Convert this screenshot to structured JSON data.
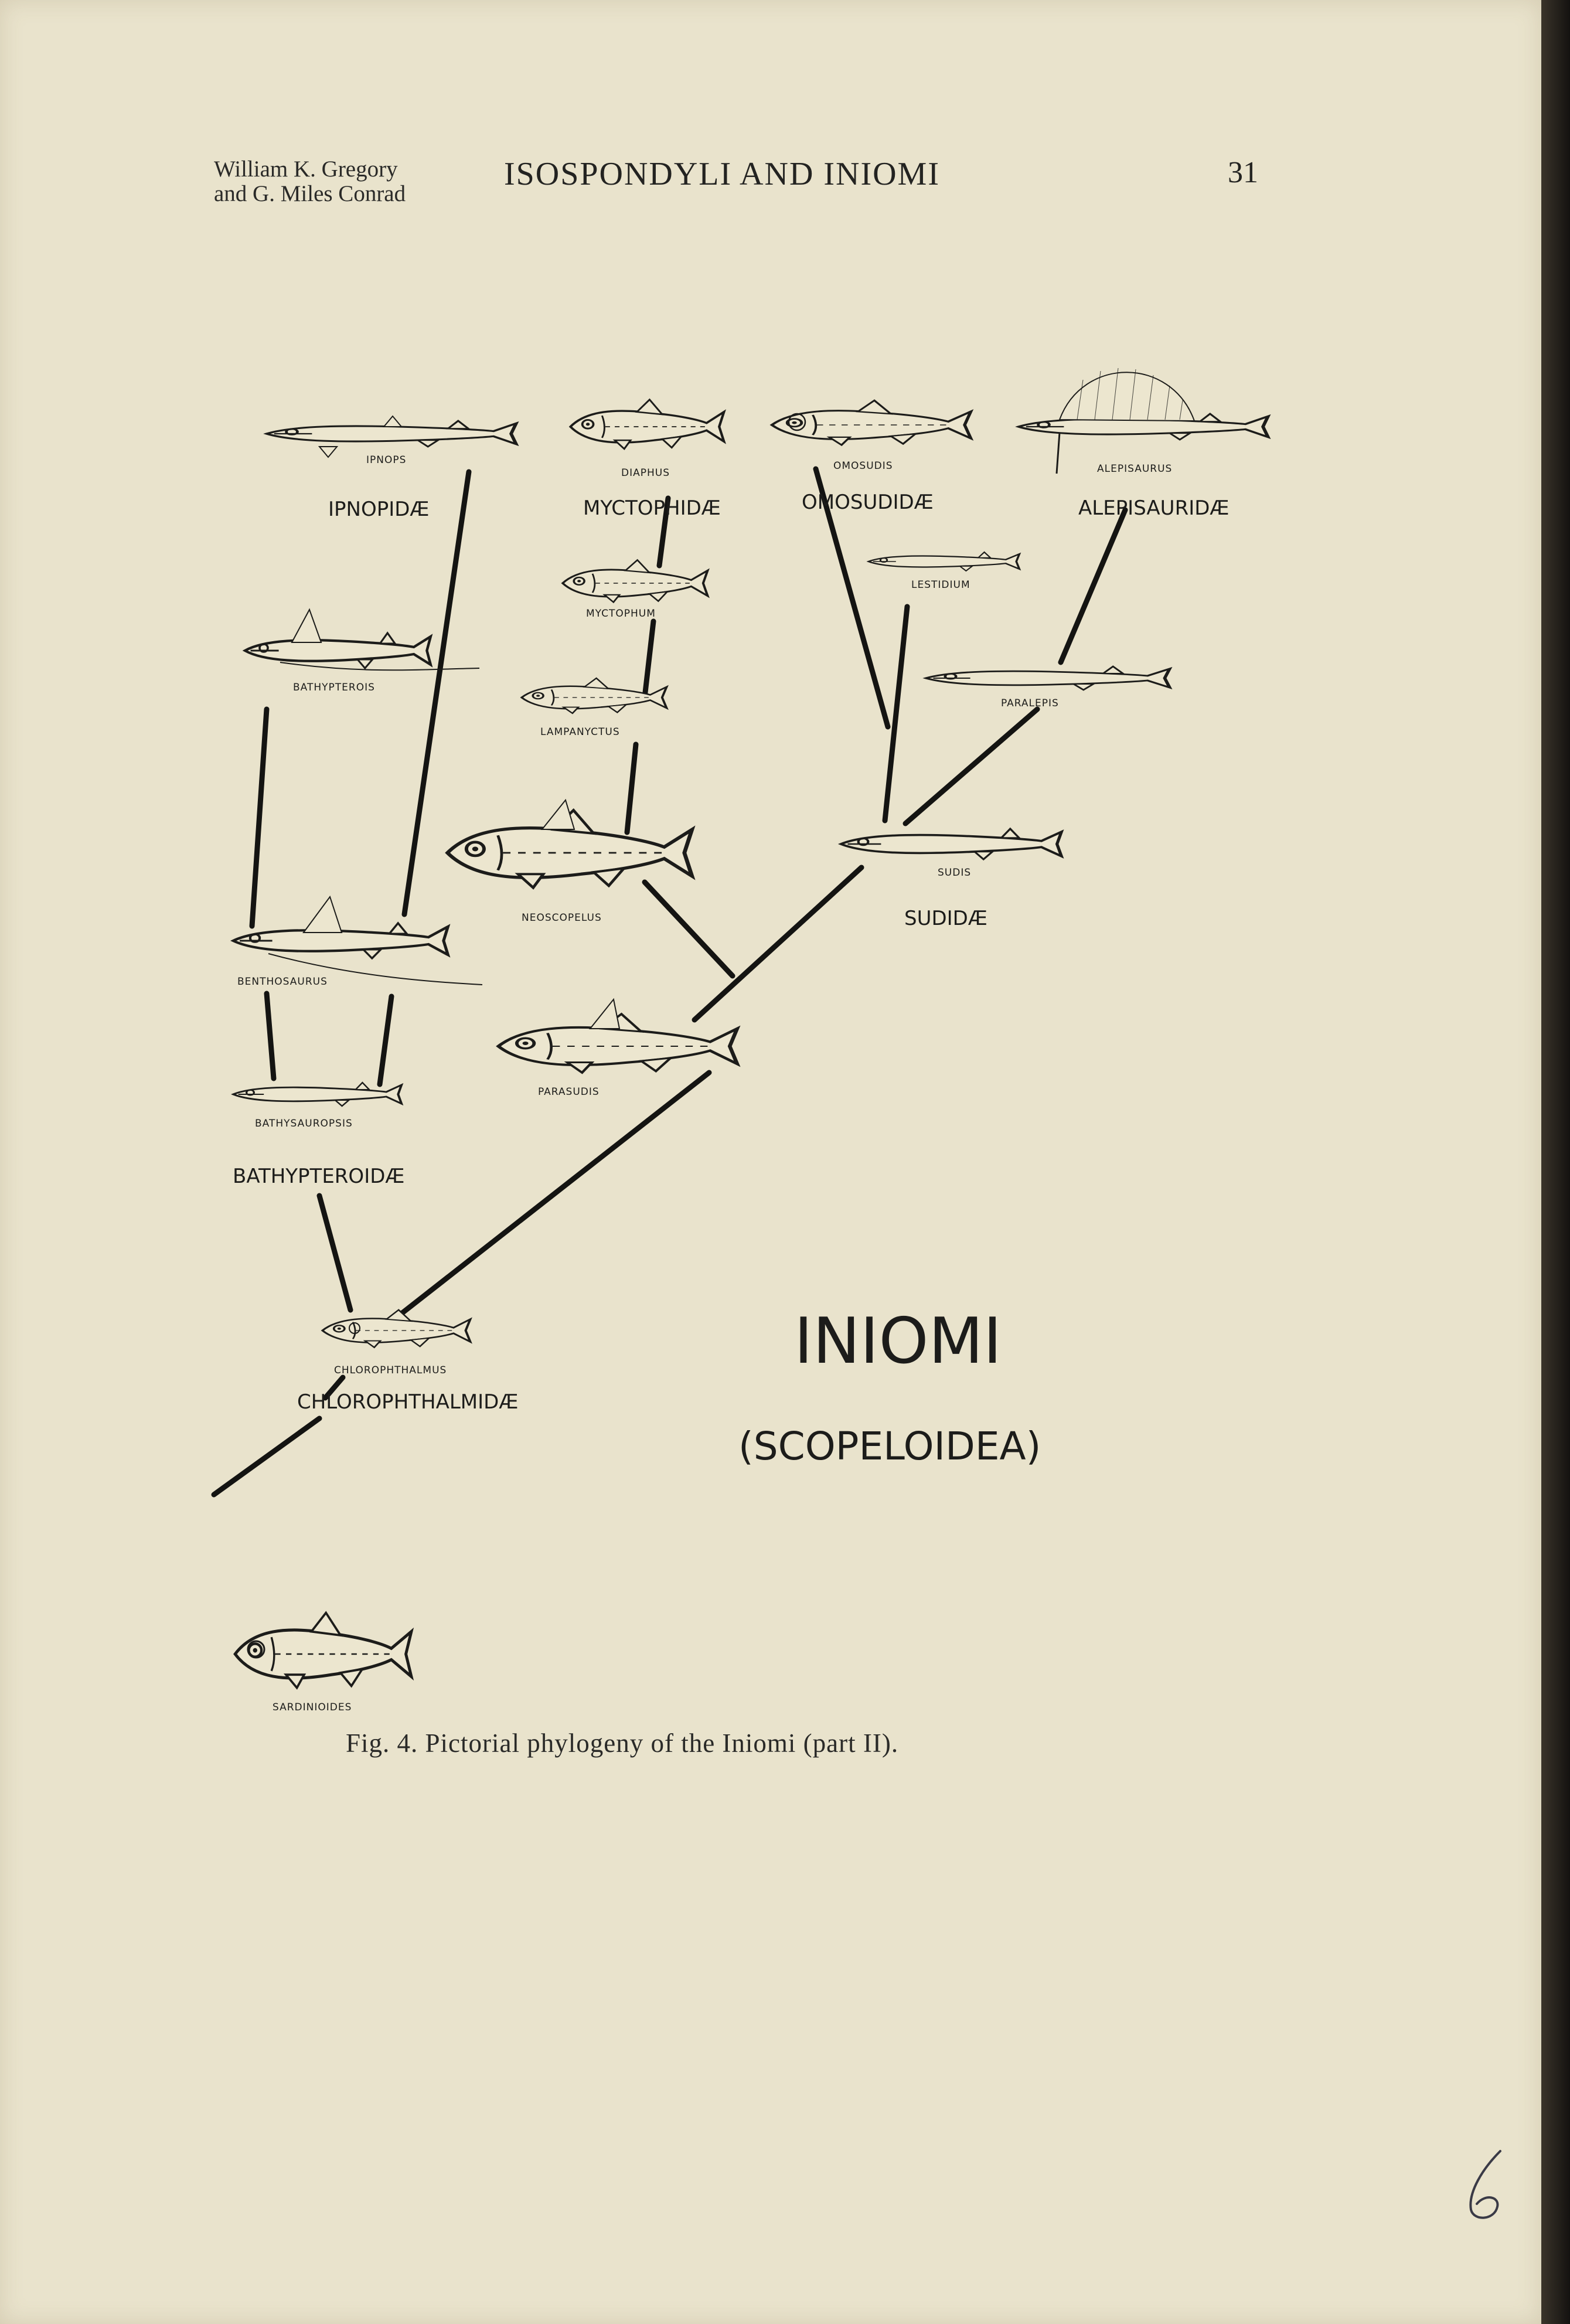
{
  "header": {
    "authors_line1": "William K. Gregory",
    "authors_line2": "and G. Miles Conrad",
    "title": "ISOSPONDYLI AND INIOMI",
    "page_number": "31"
  },
  "figure": {
    "families": {
      "ipnopidae": "IPNOPIDÆ",
      "myctophidae": "MYCTOPHIDÆ",
      "omosudidae": "OMOSUDIDÆ",
      "alepisauridae": "ALEPISAURIDÆ",
      "sudidae": "SUDIDÆ",
      "bathypteroidae": "BATHYPTEROIDÆ",
      "chlorophthalmidae": "CHLOROPHTHALMIDÆ"
    },
    "genera": {
      "ipnops": "IPNOPS",
      "diaphus": "DIAPHUS",
      "omosudis": "OMOSUDIS",
      "alepisaurus": "ALEPISAURUS",
      "myctophum": "MYCTOPHUM",
      "lestidium": "LESTIDIUM",
      "bathypterois": "BATHYPTEROIS",
      "lampanyctus": "LAMPANYCTUS",
      "paralepis": "PARALEPIS",
      "neoscopelus": "NEOSCOPELUS",
      "sudis": "SUDIS",
      "benthosaurus": "BENTHOSAURUS",
      "parasudis": "PARASUDIS",
      "bathysauropsis": "BATHYSAUROPSIS",
      "chlorophthalmus": "CHLOROPHTHALMUS",
      "sardinioides": "SARDINIOIDES"
    },
    "group_title": "INIOMI",
    "group_subtitle": "(SCOPELOIDEA)"
  },
  "caption": "Fig. 4.  Pictorial phylogeny of the Iniomi (part II).",
  "handwritten_mark": "6"
}
